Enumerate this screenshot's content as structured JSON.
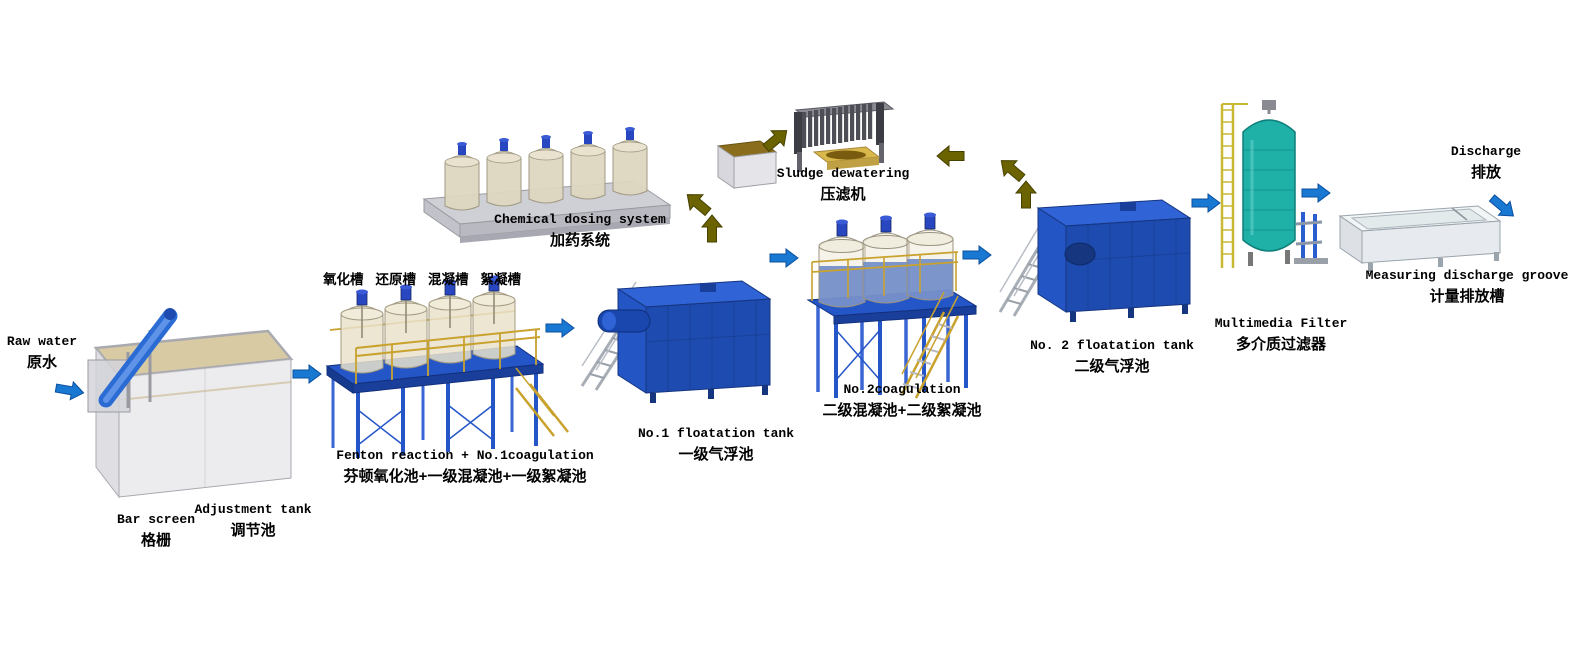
{
  "stages": {
    "raw_water": {
      "en": "Raw water",
      "zh": "原水"
    },
    "bar_screen": {
      "en": "Bar screen",
      "zh": "格栅"
    },
    "adjustment_tank": {
      "en": "Adjustment tank",
      "zh": "调节池"
    },
    "fenton": {
      "en": "Fenton reaction + No.1coagulation",
      "zh": "芬顿氧化池+一级混凝池+一级絮凝池",
      "tank_labels": [
        "氧化槽",
        "还原槽",
        "混凝槽",
        "絮凝槽"
      ]
    },
    "chemical_dosing": {
      "en": "Chemical dosing system",
      "zh": "加药系统"
    },
    "flotation_1": {
      "en": "No.1 floatation tank",
      "zh": "一级气浮池"
    },
    "sludge_dewatering": {
      "en": "Sludge dewatering",
      "zh": "压滤机"
    },
    "coagulation_2": {
      "en": "No.2coagulation",
      "zh": "二级混凝池+二级絮凝池"
    },
    "flotation_2": {
      "en": "No. 2 floatation tank",
      "zh": "二级气浮池"
    },
    "multimedia_filter": {
      "en": "Multimedia Filter",
      "zh": "多介质过滤器"
    },
    "measuring_groove": {
      "en": "Measuring discharge groove",
      "zh": "计量排放槽"
    },
    "discharge": {
      "en": "Discharge",
      "zh": "排放"
    }
  },
  "colors": {
    "process_flow_arrow": "#1878d2",
    "sludge_flow_arrow": "#6b6200",
    "equipment_blue": "#2456c8",
    "railing_yellow": "#c9a22e",
    "filter_teal": "#1fb0a8",
    "background": "#ffffff"
  }
}
